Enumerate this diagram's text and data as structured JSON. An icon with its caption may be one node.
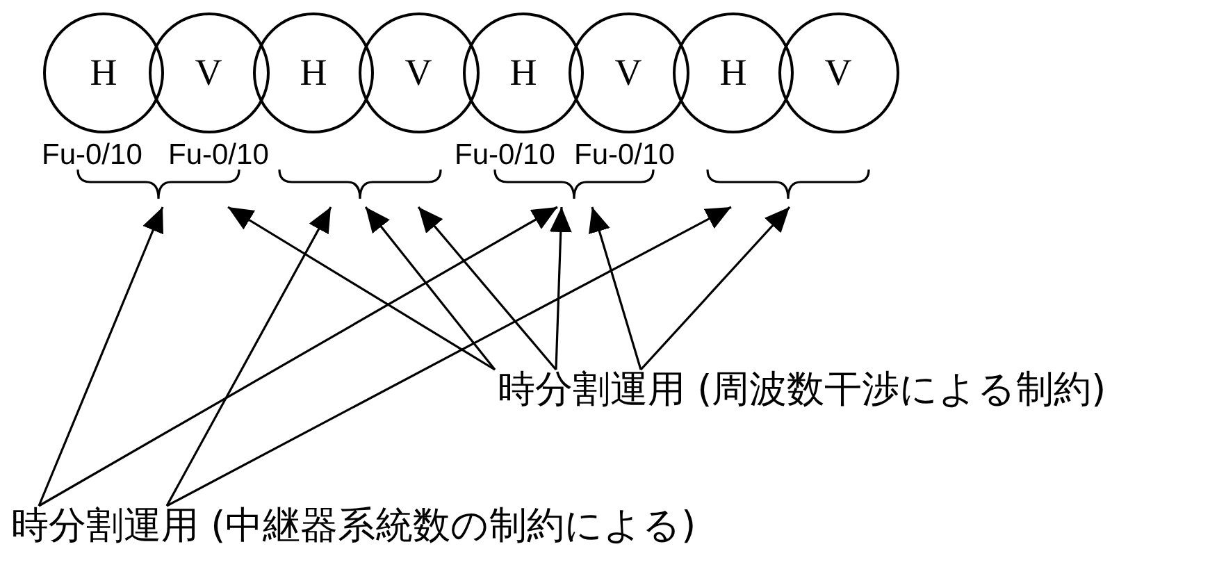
{
  "diagram": {
    "nodes": [
      {
        "text": [
          "H"
        ]
      },
      {
        "text": [
          "V"
        ]
      },
      {
        "text": [
          "H"
        ]
      },
      {
        "text": [
          "V"
        ]
      },
      {
        "text": [
          "H"
        ]
      },
      {
        "text": [
          "V"
        ]
      },
      {
        "text": [
          "H"
        ]
      },
      {
        "text": [
          "V"
        ]
      },
      {
        "text": [],
        "shape": "brace"
      },
      {
        "text": [],
        "shape": "brace"
      },
      {
        "text": [],
        "shape": "brace"
      },
      {
        "text": [],
        "shape": "brace"
      },
      {
        "text": [
          "時分割運用 (周波数干渉による制約)"
        ]
      },
      {
        "text": [
          "時分割運用 (中継器系統数の制約による)"
        ]
      }
    ],
    "edges": [
      {
        "from": 13,
        "to": 8,
        "arrow": "to"
      },
      {
        "from": 13,
        "to": 10,
        "arrow": "to"
      },
      {
        "from": 13,
        "to": 9,
        "arrow": "to"
      },
      {
        "from": 13,
        "to": 11,
        "arrow": "to"
      },
      {
        "from": 12,
        "to": 8,
        "arrow": "to"
      },
      {
        "from": 12,
        "to": 9,
        "arrow": "to"
      },
      {
        "from": 12,
        "to": 9,
        "arrow": "to"
      },
      {
        "from": 12,
        "to": 10,
        "arrow": "to"
      },
      {
        "from": 12,
        "to": 10,
        "arrow": "to"
      },
      {
        "from": 12,
        "to": 11,
        "arrow": "to"
      }
    ],
    "labels": [
      "Fu-0/10",
      "Fu-0/10",
      "Fu-0/10",
      "Fu-0/10"
    ]
  }
}
